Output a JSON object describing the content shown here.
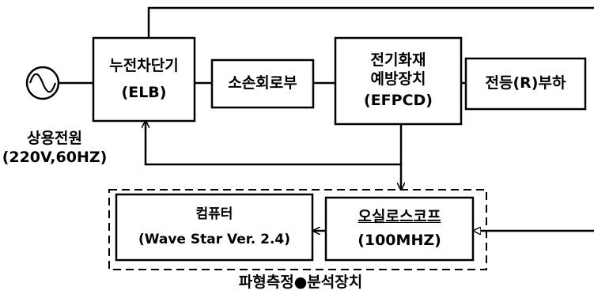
{
  "source": {
    "label_line1": "상용전원",
    "label_line2": "(220V,60HZ)",
    "symbol": "ac-source-icon"
  },
  "blocks": {
    "elb": {
      "line1": "누전차단기",
      "line2": "(ELB)"
    },
    "loss_circuit": {
      "line1": "소손회로부"
    },
    "efpcd": {
      "line1": "전기화재",
      "line2": "예방장치",
      "line3": "(EFPCD)"
    },
    "load": {
      "line1": "전등(R)부하"
    },
    "computer": {
      "line1": "컴퓨터",
      "line2": "(Wave Star Ver. 2.4)"
    },
    "oscilloscope": {
      "line1": "오실로스코프",
      "line2": "(100MHZ)"
    }
  },
  "measurement_group": {
    "label": "파형측정●분석장치"
  }
}
